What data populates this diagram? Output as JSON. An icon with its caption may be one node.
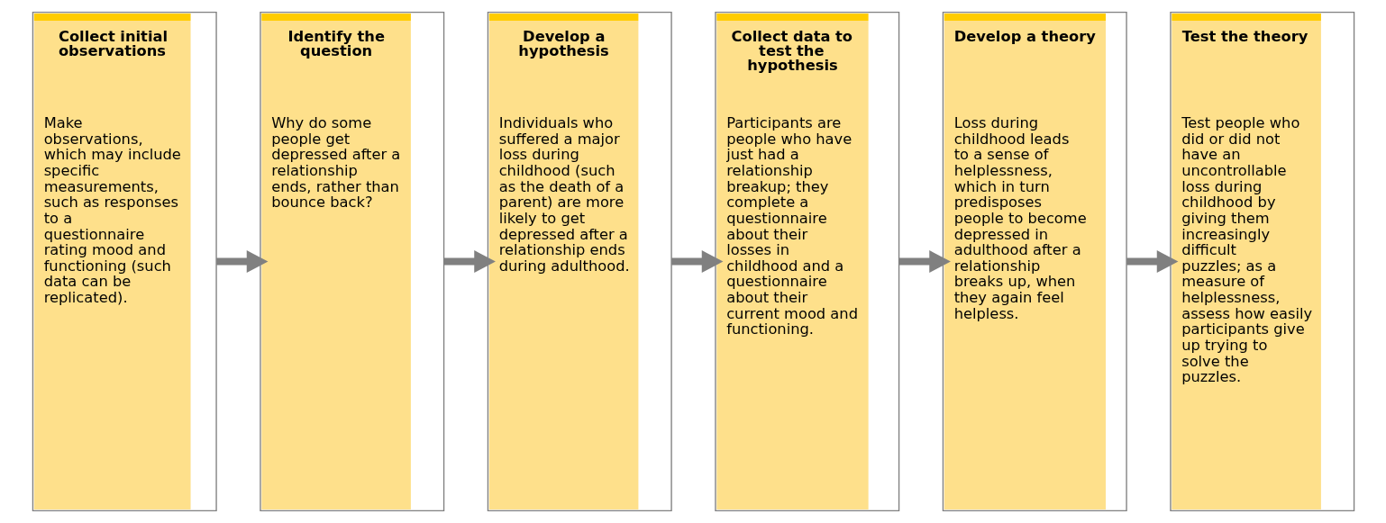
{
  "diagram": {
    "nodes": [
      {
        "text": [
          "Collect initial observations",
          "Make observations, which may include specific measurements, such as responses to a questionnaire rating mood and functioning (such data can be replicated)."
        ]
      },
      {
        "text": [
          "Identify the question",
          "Why do some people get depressed after a relationship ends, rather than bounce back?"
        ]
      },
      {
        "text": [
          "Develop a hypothesis",
          "Individuals who suffered a major loss during childhood (such as the death of a parent) are more likely to get depressed after a relationship ends during adulthood."
        ]
      },
      {
        "text": [
          "Collect data to test the hypothesis",
          "Participants are people who have just had a relationship breakup; they complete a questionnaire about their losses in childhood and a questionnaire about their current mood and functioning."
        ]
      },
      {
        "text": [
          "Develop a theory",
          "Loss during childhood leads to a sense of helplessness, which in turn predisposes people to become depressed in adulthood after a relationship breaks up, when they again feel helpless."
        ]
      },
      {
        "text": [
          "Test the theory",
          "Test people who did or did not have an uncontrollable loss during childhood by giving them increasingly difficult puzzles; as a measure of helplessness, assess how easily participants give up trying to solve the puzzles."
        ]
      }
    ],
    "edges": [
      {
        "from": 0,
        "to": 1,
        "arrow": "to"
      },
      {
        "from": 1,
        "to": 2,
        "arrow": "to"
      },
      {
        "from": 2,
        "to": 3,
        "arrow": "to"
      },
      {
        "from": 3,
        "to": 4,
        "arrow": "to"
      },
      {
        "from": 4,
        "to": 5,
        "arrow": "to"
      }
    ]
  }
}
